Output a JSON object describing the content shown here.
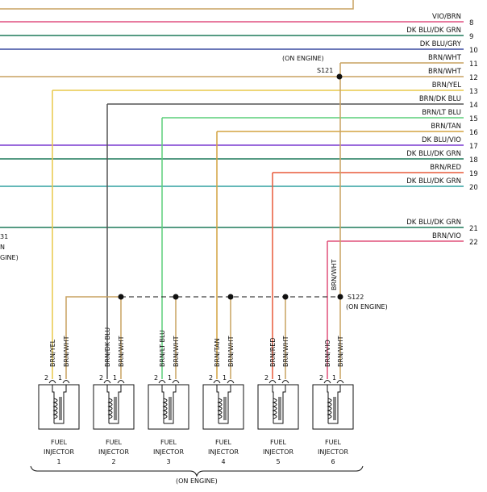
{
  "top_lines": [
    {
      "label": "VIO/BRN",
      "pin": "8",
      "color": "#e05080"
    },
    {
      "label": "DK BLU/DK GRN",
      "pin": "9",
      "color": "#1e7a5a"
    },
    {
      "label": "DK BLU/GRY",
      "pin": "10",
      "color": "#3a4aa0"
    },
    {
      "label": "BRN/WHT",
      "pin": "11",
      "color": "#c9a260"
    },
    {
      "label": "BRN/WHT",
      "pin": "12",
      "color": "#c9a260"
    },
    {
      "label": "BRN/YEL",
      "pin": "13",
      "color": "#e8c84a"
    },
    {
      "label": "BRN/DK BLU",
      "pin": "14",
      "color": "#555555"
    },
    {
      "label": "BRN/LT BLU",
      "pin": "15",
      "color": "#5ccf7a"
    },
    {
      "label": "BRN/TAN",
      "pin": "16",
      "color": "#d4a440"
    },
    {
      "label": "DK BLU/VIO",
      "pin": "17",
      "color": "#7a3ad0"
    },
    {
      "label": "DK BLU/DK GRN",
      "pin": "18",
      "color": "#1e7a5a"
    },
    {
      "label": "BRN/RED",
      "pin": "19",
      "color": "#e85a3a"
    },
    {
      "label": "DK BLU/DK GRN",
      "pin": "20",
      "color": "#30a0a0"
    },
    {
      "label": "DK BLU/DK GRN",
      "pin": "21",
      "color": "#1e7a5a"
    },
    {
      "label": "BRN/VIO",
      "pin": "22",
      "color": "#e0507a"
    }
  ],
  "splices": {
    "s121": {
      "name": "S121",
      "note": "(ON ENGINE)"
    },
    "s122": {
      "name": "S122",
      "note": "(ON ENGINE)"
    }
  },
  "left_fragment": {
    "line1": "31",
    "line2": "N",
    "line3": "GINE)"
  },
  "injectors": [
    {
      "signal_label": "BRN/YEL",
      "feed_label": "BRN/WHT",
      "pin_signal": "2",
      "pin_feed": "1",
      "name1": "FUEL",
      "name2": "INJECTOR",
      "num": "1",
      "signal_color": "#e8c84a"
    },
    {
      "signal_label": "BRN/DK BLU",
      "feed_label": "BRN/WHT",
      "pin_signal": "2",
      "pin_feed": "1",
      "name1": "FUEL",
      "name2": "INJECTOR",
      "num": "2",
      "signal_color": "#555555"
    },
    {
      "signal_label": "BRN/LT BLU",
      "feed_label": "BRN/WHT",
      "pin_signal": "2",
      "pin_feed": "1",
      "name1": "FUEL",
      "name2": "INJECTOR",
      "num": "3",
      "signal_color": "#5ccf7a"
    },
    {
      "signal_label": "BRN/TAN",
      "feed_label": "BRN/WHT",
      "pin_signal": "2",
      "pin_feed": "1",
      "name1": "FUEL",
      "name2": "INJECTOR",
      "num": "4",
      "signal_color": "#d4a440"
    },
    {
      "signal_label": "BRN/RED",
      "feed_label": "BRN/WHT",
      "pin_signal": "2",
      "pin_feed": "1",
      "name1": "FUEL",
      "name2": "INJECTOR",
      "num": "5",
      "signal_color": "#e85a3a"
    },
    {
      "signal_label": "BRN/VIO",
      "feed_label": "BRN/WHT",
      "pin_signal": "2",
      "pin_feed": "1",
      "name1": "FUEL",
      "name2": "INJECTOR",
      "num": "6",
      "signal_color": "#e0507a"
    }
  ],
  "vertical_label": "BRN/WHT",
  "bottom_note": "(ON ENGINE)",
  "colors": {
    "feed": "#c9a260",
    "outline": "#111111"
  }
}
